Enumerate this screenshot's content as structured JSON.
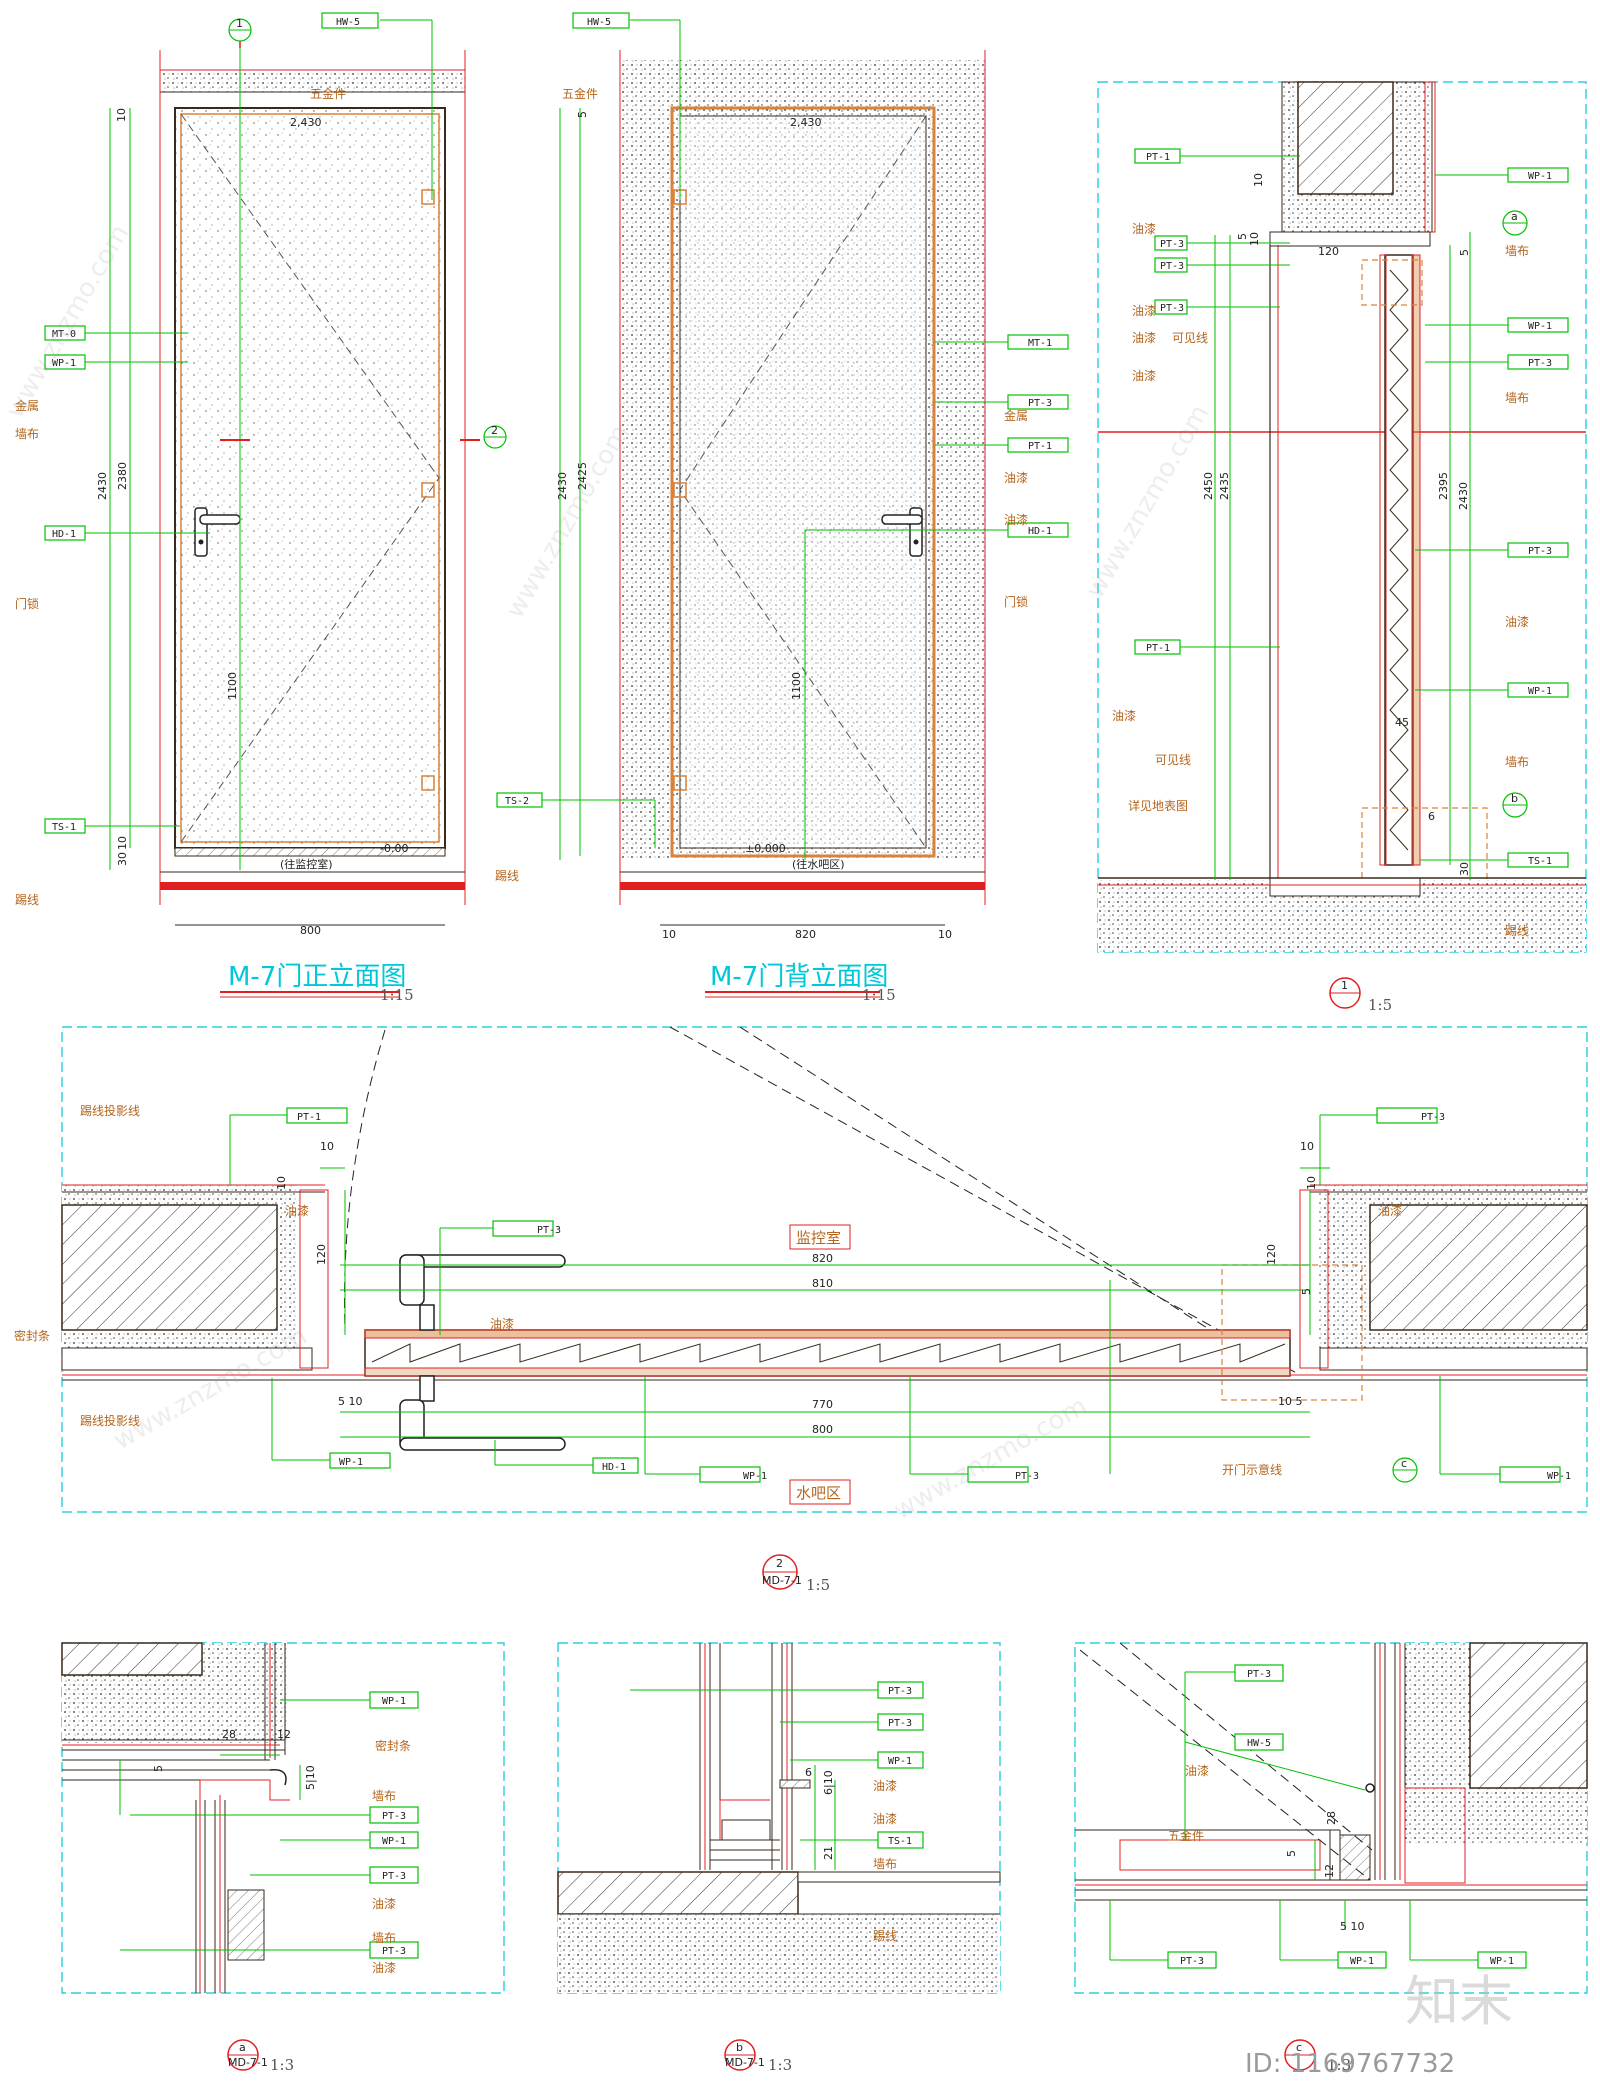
{
  "front_elevation": {
    "title": "M-7门正立面图",
    "scale": "1:15",
    "section_markers": [
      "1",
      "2"
    ],
    "section_sheet": "MD-7-1",
    "tags": [
      "HW-5",
      "MT-0",
      "WP-1",
      "HD-1",
      "TS-1"
    ],
    "notes": [
      "五金件",
      "金属",
      "墙布",
      "门锁",
      "踢线",
      "踢线"
    ],
    "dims": [
      "2,430",
      "10",
      "2430",
      "2380",
      "1100",
      "10",
      "30",
      "800",
      "-0.00"
    ],
    "room_label": "(往监控室)"
  },
  "back_elevation": {
    "title": "M-7门背立面图",
    "scale": "1:15",
    "tags": [
      "HW-5",
      "MT-1",
      "PT-3",
      "PT-1",
      "HD-1",
      "TS-2"
    ],
    "notes": [
      "五金件",
      "金属",
      "油漆",
      "油漆",
      "门锁"
    ],
    "dims": [
      "2,430",
      "5",
      "2430",
      "2425",
      "1100",
      "±0.000",
      "10",
      "820",
      "10"
    ],
    "room_label": "(往水吧区)"
  },
  "section_1": {
    "marker": "1",
    "scale": "1:5",
    "tags": [
      "PT-1",
      "WP-1",
      "PT-3",
      "PT-3",
      "PT-3",
      "WP-1",
      "PT-3",
      "PT-1",
      "PT-3",
      "WP-1",
      "TS-1"
    ],
    "notes": [
      "油漆",
      "油漆",
      "油漆",
      "可见线",
      "油漆",
      "墙布",
      "墙布",
      "油漆",
      "油漆",
      "可见线",
      "墙布",
      "详见地表图",
      "踢线"
    ],
    "detail_markers": [
      "a",
      "b"
    ],
    "dims": [
      "10",
      "5",
      "10",
      "120",
      "5",
      "2450",
      "2435",
      "2395",
      "2430",
      "45",
      "6",
      "30"
    ]
  },
  "plan_2": {
    "marker": "2",
    "sheet": "MD-7-1",
    "scale": "1:5",
    "tags": [
      "PT-1",
      "PT-3",
      "PT-3",
      "WP-1",
      "HD-1",
      "WP-1",
      "PT-3",
      "WP-1"
    ],
    "notes": [
      "踢线投影线",
      "密封条",
      "踢线投影线",
      "油漆",
      "油漆",
      "油漆",
      "开门示意线"
    ],
    "rooms": [
      "监控室",
      "水吧区"
    ],
    "dims": [
      "10",
      "10",
      "120",
      "820",
      "810",
      "5 10",
      "770",
      "800",
      "10",
      "10",
      "120",
      "5",
      "10 5"
    ],
    "detail_marker": "c"
  },
  "detail_a": {
    "marker": "a",
    "sheet": "MD-7-1",
    "scale": "1:3",
    "tags": [
      "WP-1",
      "PT-3",
      "WP-1",
      "PT-3",
      "PT-3"
    ],
    "notes": [
      "密封条",
      "墙布",
      "油漆",
      "墙布",
      "油漆"
    ],
    "dims": [
      "28",
      "12",
      "5",
      "5|10"
    ]
  },
  "detail_b": {
    "marker": "b",
    "sheet": "MD-7-1",
    "scale": "1:3",
    "tags": [
      "PT-3",
      "PT-3",
      "WP-1",
      "TS-1"
    ],
    "notes": [
      "油漆",
      "油漆",
      "墙布",
      "踢线"
    ],
    "dims": [
      "6",
      "6|10",
      "21"
    ]
  },
  "detail_c": {
    "marker": "c",
    "scale": "1:3",
    "tags": [
      "PT-3",
      "HW-5",
      "PT-3",
      "WP-1",
      "WP-1"
    ],
    "notes": [
      "油漆",
      "五金件"
    ],
    "dims": [
      "28",
      "5",
      "12",
      "5 10"
    ]
  },
  "watermark": {
    "site": "www.znzmo.com",
    "logo": "知末",
    "id": "ID: 1169767732"
  },
  "colors": {
    "line_dark": "#3a2a1a",
    "line_red": "#e02020",
    "leader_green": "#00c000",
    "frame_cyan": "#00c8d8",
    "text_orange": "#b5651d",
    "door_wood": "#d8823a"
  }
}
